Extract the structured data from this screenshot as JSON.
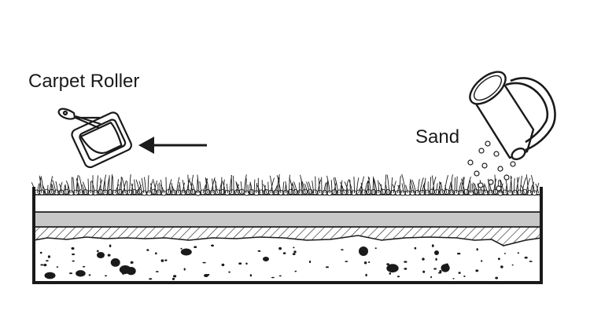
{
  "labels": {
    "roller": "Carpet Roller",
    "sand": "Sand"
  },
  "colors": {
    "stroke": "#1a1a1a",
    "membrane": "#ffffff",
    "base_layer": "#c8c8c8",
    "background": "#ffffff"
  },
  "icons": [
    "carpet-roller-icon",
    "left-arrow-icon",
    "sand-bucket-icon",
    "grass-blades",
    "sand-granules",
    "soil-stones"
  ]
}
